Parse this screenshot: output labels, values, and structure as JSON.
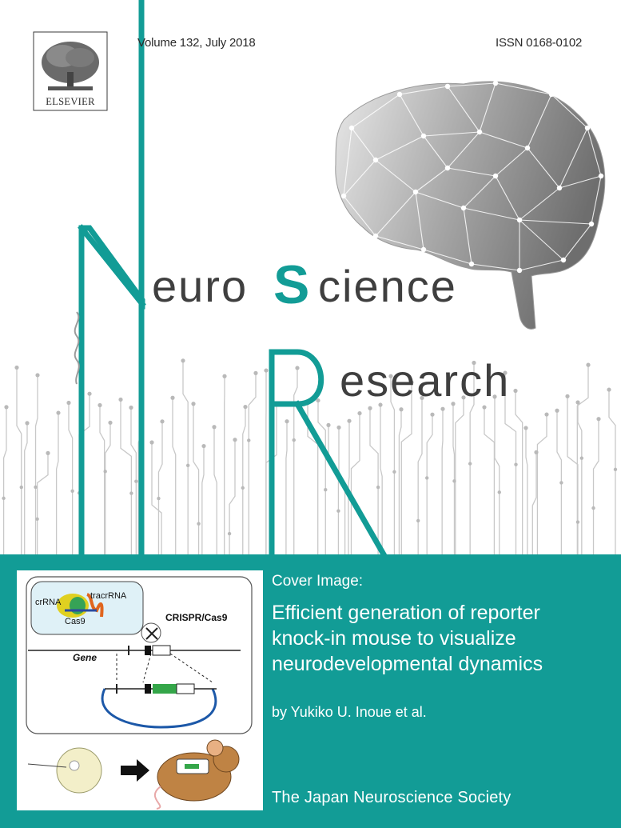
{
  "publisher": {
    "logo_name": "elsevier-tree-logo",
    "name": "ELSEVIER"
  },
  "header": {
    "volume": "Volume 132, July  2018",
    "issn": "ISSN 0168-0102"
  },
  "journal_title": {
    "line1_initial": "N",
    "line1_rest": "euro",
    "line1_accent": "S",
    "line1_end": "cience",
    "line2_initial": "R",
    "line2_rest": "esearch",
    "accent_color": "#129c96",
    "text_color": "#3f3f3f"
  },
  "cover_image": {
    "label": "Cover Image:",
    "title_lines": [
      "Efficient generation of reporter",
      "knock-in mouse to visualize",
      "neurodevelopmental dynamics"
    ],
    "authors": "by Yukiko U. Inoue et al."
  },
  "diagram": {
    "crrna": "crRNA",
    "tracrrna": "tracrRNA",
    "cas9": "Cas9",
    "crispr": "CRISPR/Cas9",
    "gene": "Gene"
  },
  "footer": {
    "society": "The Japan Neuroscience Society"
  },
  "colors": {
    "teal": "#129c96",
    "brain_gray": "#8f8f8f",
    "circuit_gray": "#c4c4c4"
  }
}
